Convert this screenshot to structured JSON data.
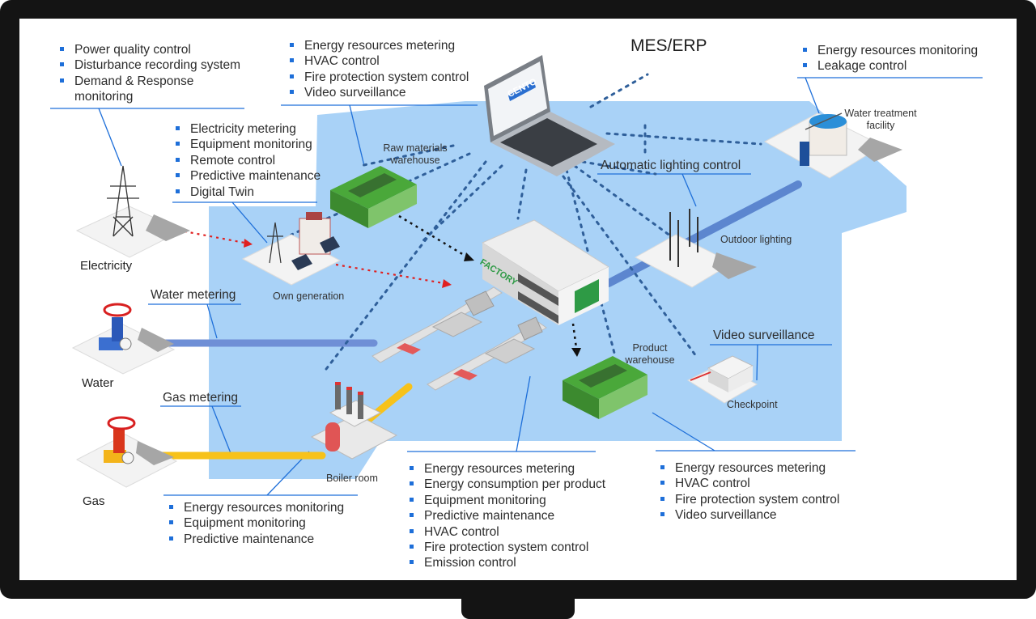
{
  "header": {
    "title": "MES/ERP"
  },
  "laptop": {
    "brand": "CENTO"
  },
  "lists": {
    "power": [
      "Power quality control",
      "Disturbance recording system",
      "Demand & Response",
      "monitoring"
    ],
    "raw_warehouse": [
      "Energy resources metering",
      "HVAC control",
      "Fire protection system control",
      "Video surveillance"
    ],
    "generation": [
      "Electricity metering",
      "Equipment monitoring",
      "Remote control",
      "Predictive maintenance",
      "Digital Twin"
    ],
    "water_treatment": [
      "Energy resources monitoring",
      "Leakage control"
    ],
    "boiler": [
      "Energy resources monitoring",
      "Equipment monitoring",
      "Predictive maintenance"
    ],
    "factory": [
      "Energy resources metering",
      "Energy consumption per product",
      "Equipment monitoring",
      "Predictive maintenance",
      "HVAC control",
      "Fire protection system control",
      "Emission control"
    ],
    "product_warehouse": [
      "Energy resources metering",
      "HVAC control",
      "Fire protection system control",
      "Video surveillance"
    ]
  },
  "titles": {
    "water_metering": "Water metering",
    "gas_metering": "Gas metering",
    "lighting": "Automatic lighting control",
    "video": "Video surveillance"
  },
  "labels": {
    "electricity": "Electricity",
    "water": "Water",
    "gas": "Gas",
    "raw_warehouse": "Raw materials warehouse",
    "own_generation": "Own generation",
    "water_treatment": "Water treatment facility",
    "outdoor_lighting": "Outdoor lighting",
    "product_warehouse": "Product warehouse",
    "checkpoint": "Checkpoint",
    "boiler": "Boiler room",
    "factory_sign": "FACTORY"
  },
  "colors": {
    "bezel": "#141414",
    "zone": "#a9d2f7",
    "accent": "#1e6fd9",
    "warehouse_roof": "#4aa83a",
    "water_pipe": "#6f8fd6",
    "gas_pipe": "#f7c21a",
    "flow_red": "#e02020",
    "flow_black": "#111111"
  }
}
